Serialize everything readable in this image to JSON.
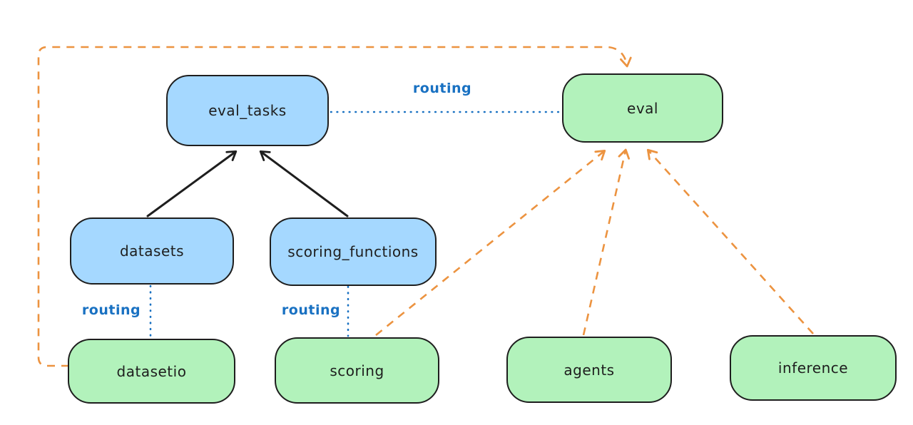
{
  "diagram": {
    "nodes": {
      "eval_tasks": {
        "label": "eval_tasks",
        "fill": "#a5d8ff",
        "kind": "resource"
      },
      "eval": {
        "label": "eval",
        "fill": "#b2f2bb",
        "kind": "api"
      },
      "datasets": {
        "label": "datasets",
        "fill": "#a5d8ff",
        "kind": "resource"
      },
      "scoring_functions": {
        "label": "scoring_functions",
        "fill": "#a5d8ff",
        "kind": "resource"
      },
      "datasetio": {
        "label": "datasetio",
        "fill": "#b2f2bb",
        "kind": "api"
      },
      "scoring": {
        "label": "scoring",
        "fill": "#b2f2bb",
        "kind": "api"
      },
      "agents": {
        "label": "agents",
        "fill": "#b2f2bb",
        "kind": "api"
      },
      "inference": {
        "label": "inference",
        "fill": "#b2f2bb",
        "kind": "api"
      }
    },
    "edges": [
      {
        "from": "datasets",
        "to": "eval_tasks",
        "style": "solid-arrow",
        "color": "#1e1e1e"
      },
      {
        "from": "scoring_functions",
        "to": "eval_tasks",
        "style": "solid-arrow",
        "color": "#1e1e1e"
      },
      {
        "from": "eval_tasks",
        "to": "eval",
        "style": "dotted",
        "color": "#1971c2",
        "label": "routing"
      },
      {
        "from": "datasets",
        "to": "datasetio",
        "style": "dotted",
        "color": "#1971c2",
        "label": "routing"
      },
      {
        "from": "scoring_functions",
        "to": "scoring",
        "style": "dotted",
        "color": "#1971c2",
        "label": "routing"
      },
      {
        "from": "datasetio",
        "to": "eval",
        "style": "dashed-arrow",
        "color": "#ec9340"
      },
      {
        "from": "scoring",
        "to": "eval",
        "style": "dashed-arrow",
        "color": "#ec9340"
      },
      {
        "from": "agents",
        "to": "eval",
        "style": "dashed-arrow",
        "color": "#ec9340"
      },
      {
        "from": "inference",
        "to": "eval",
        "style": "dashed-arrow",
        "color": "#ec9340"
      }
    ],
    "edge_labels": {
      "eval_tasks_eval": "routing",
      "datasets_datasetio": "routing",
      "scoring_functions_scoring": "routing"
    },
    "colors": {
      "blue_fill": "#a5d8ff",
      "green_fill": "#b2f2bb",
      "black_stroke": "#1e1e1e",
      "text_color": "#1e1e1e",
      "routing_color": "#1971c2",
      "orange_stroke": "#ec9340"
    }
  }
}
